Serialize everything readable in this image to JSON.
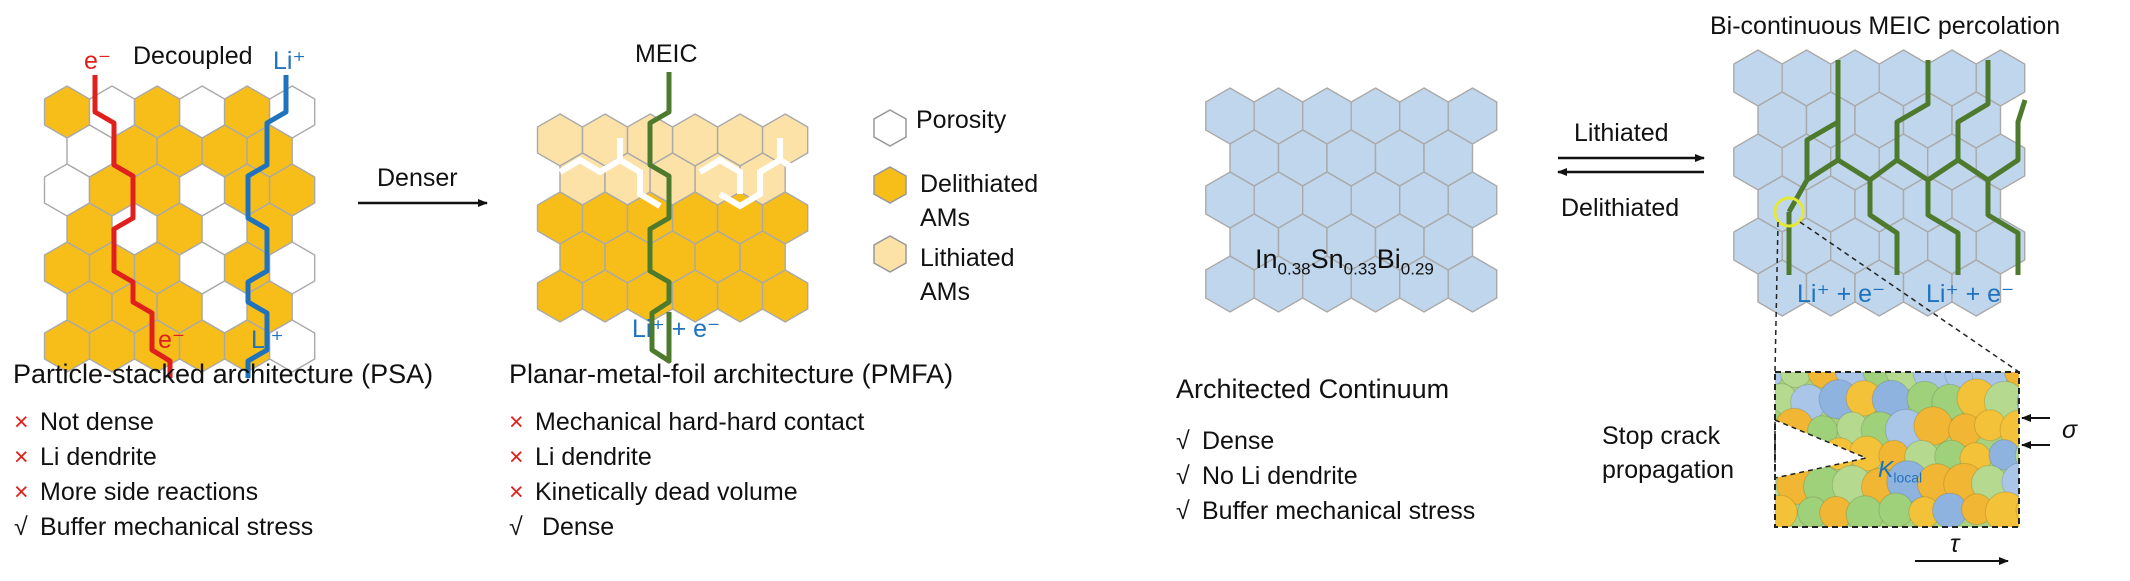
{
  "colors": {
    "delithiated": "#f7be1a",
    "lithiated": "#fde2a8",
    "porosity": "#ffffff",
    "alloy": "#c0d6ec",
    "electron": "#e0201c",
    "lithium": "#1f72bd",
    "meic": "#4e7a2e"
  },
  "icons": {
    "cross": "cross-mark-icon",
    "check": "check-mark-icon",
    "arrow": "right-arrow-icon"
  },
  "psa": {
    "label_e_top": "e⁻",
    "label_decoupled": "Decoupled",
    "label_li_top": "Li⁺",
    "label_e_bottom": "e⁻",
    "label_li_bottom": "Li⁺",
    "title": "Particle-stacked architecture (PSA)",
    "items": [
      {
        "mark": "×",
        "text": "Not dense"
      },
      {
        "mark": "×",
        "text": "Li dendrite"
      },
      {
        "mark": "×",
        "text": "More side reactions"
      },
      {
        "mark": "√",
        "text": "Buffer mechanical stress"
      }
    ]
  },
  "arrow_denser": "Denser",
  "pmfa": {
    "label_meic": "MEIC",
    "label_bottom": "Li⁺ + e⁻",
    "title": "Planar-metal-foil architecture (PMFA)",
    "items": [
      {
        "mark": "×",
        "text": "Mechanical hard-hard contact"
      },
      {
        "mark": "×",
        "text": "Li dendrite"
      },
      {
        "mark": "×",
        "text": "Kinetically dead volume"
      },
      {
        "mark": "√",
        "text": " Dense"
      }
    ]
  },
  "legend": {
    "porosity": "Porosity",
    "delithiated_1": "Delithiated",
    "delithiated_2": "AMs",
    "lithiated_1": "Lithiated",
    "lithiated_2": "AMs"
  },
  "alloy": {
    "e1": "In",
    "s1": "0.38",
    "e2": "Sn",
    "s2": "0.33",
    "e3": "Bi",
    "s3": "0.29"
  },
  "arrows": {
    "lithiated": "Lithiated",
    "delithiated": "Delithiated"
  },
  "continuum": {
    "title": "Architected Continuum",
    "items": [
      {
        "mark": "√",
        "text": "Dense"
      },
      {
        "mark": "√",
        "text": "No Li dendrite"
      },
      {
        "mark": "√",
        "text": "Buffer mechanical stress"
      }
    ]
  },
  "meic": {
    "title": "Bi-continuous MEIC percolation",
    "label_1": "Li⁺ + e⁻",
    "label_2": "Li⁺ + e⁻"
  },
  "inset": {
    "caption_1": "Stop crack",
    "caption_2": "propagation",
    "k_symbol": "K",
    "k_sub": "local",
    "sigma": "σ",
    "tau": "τ"
  }
}
